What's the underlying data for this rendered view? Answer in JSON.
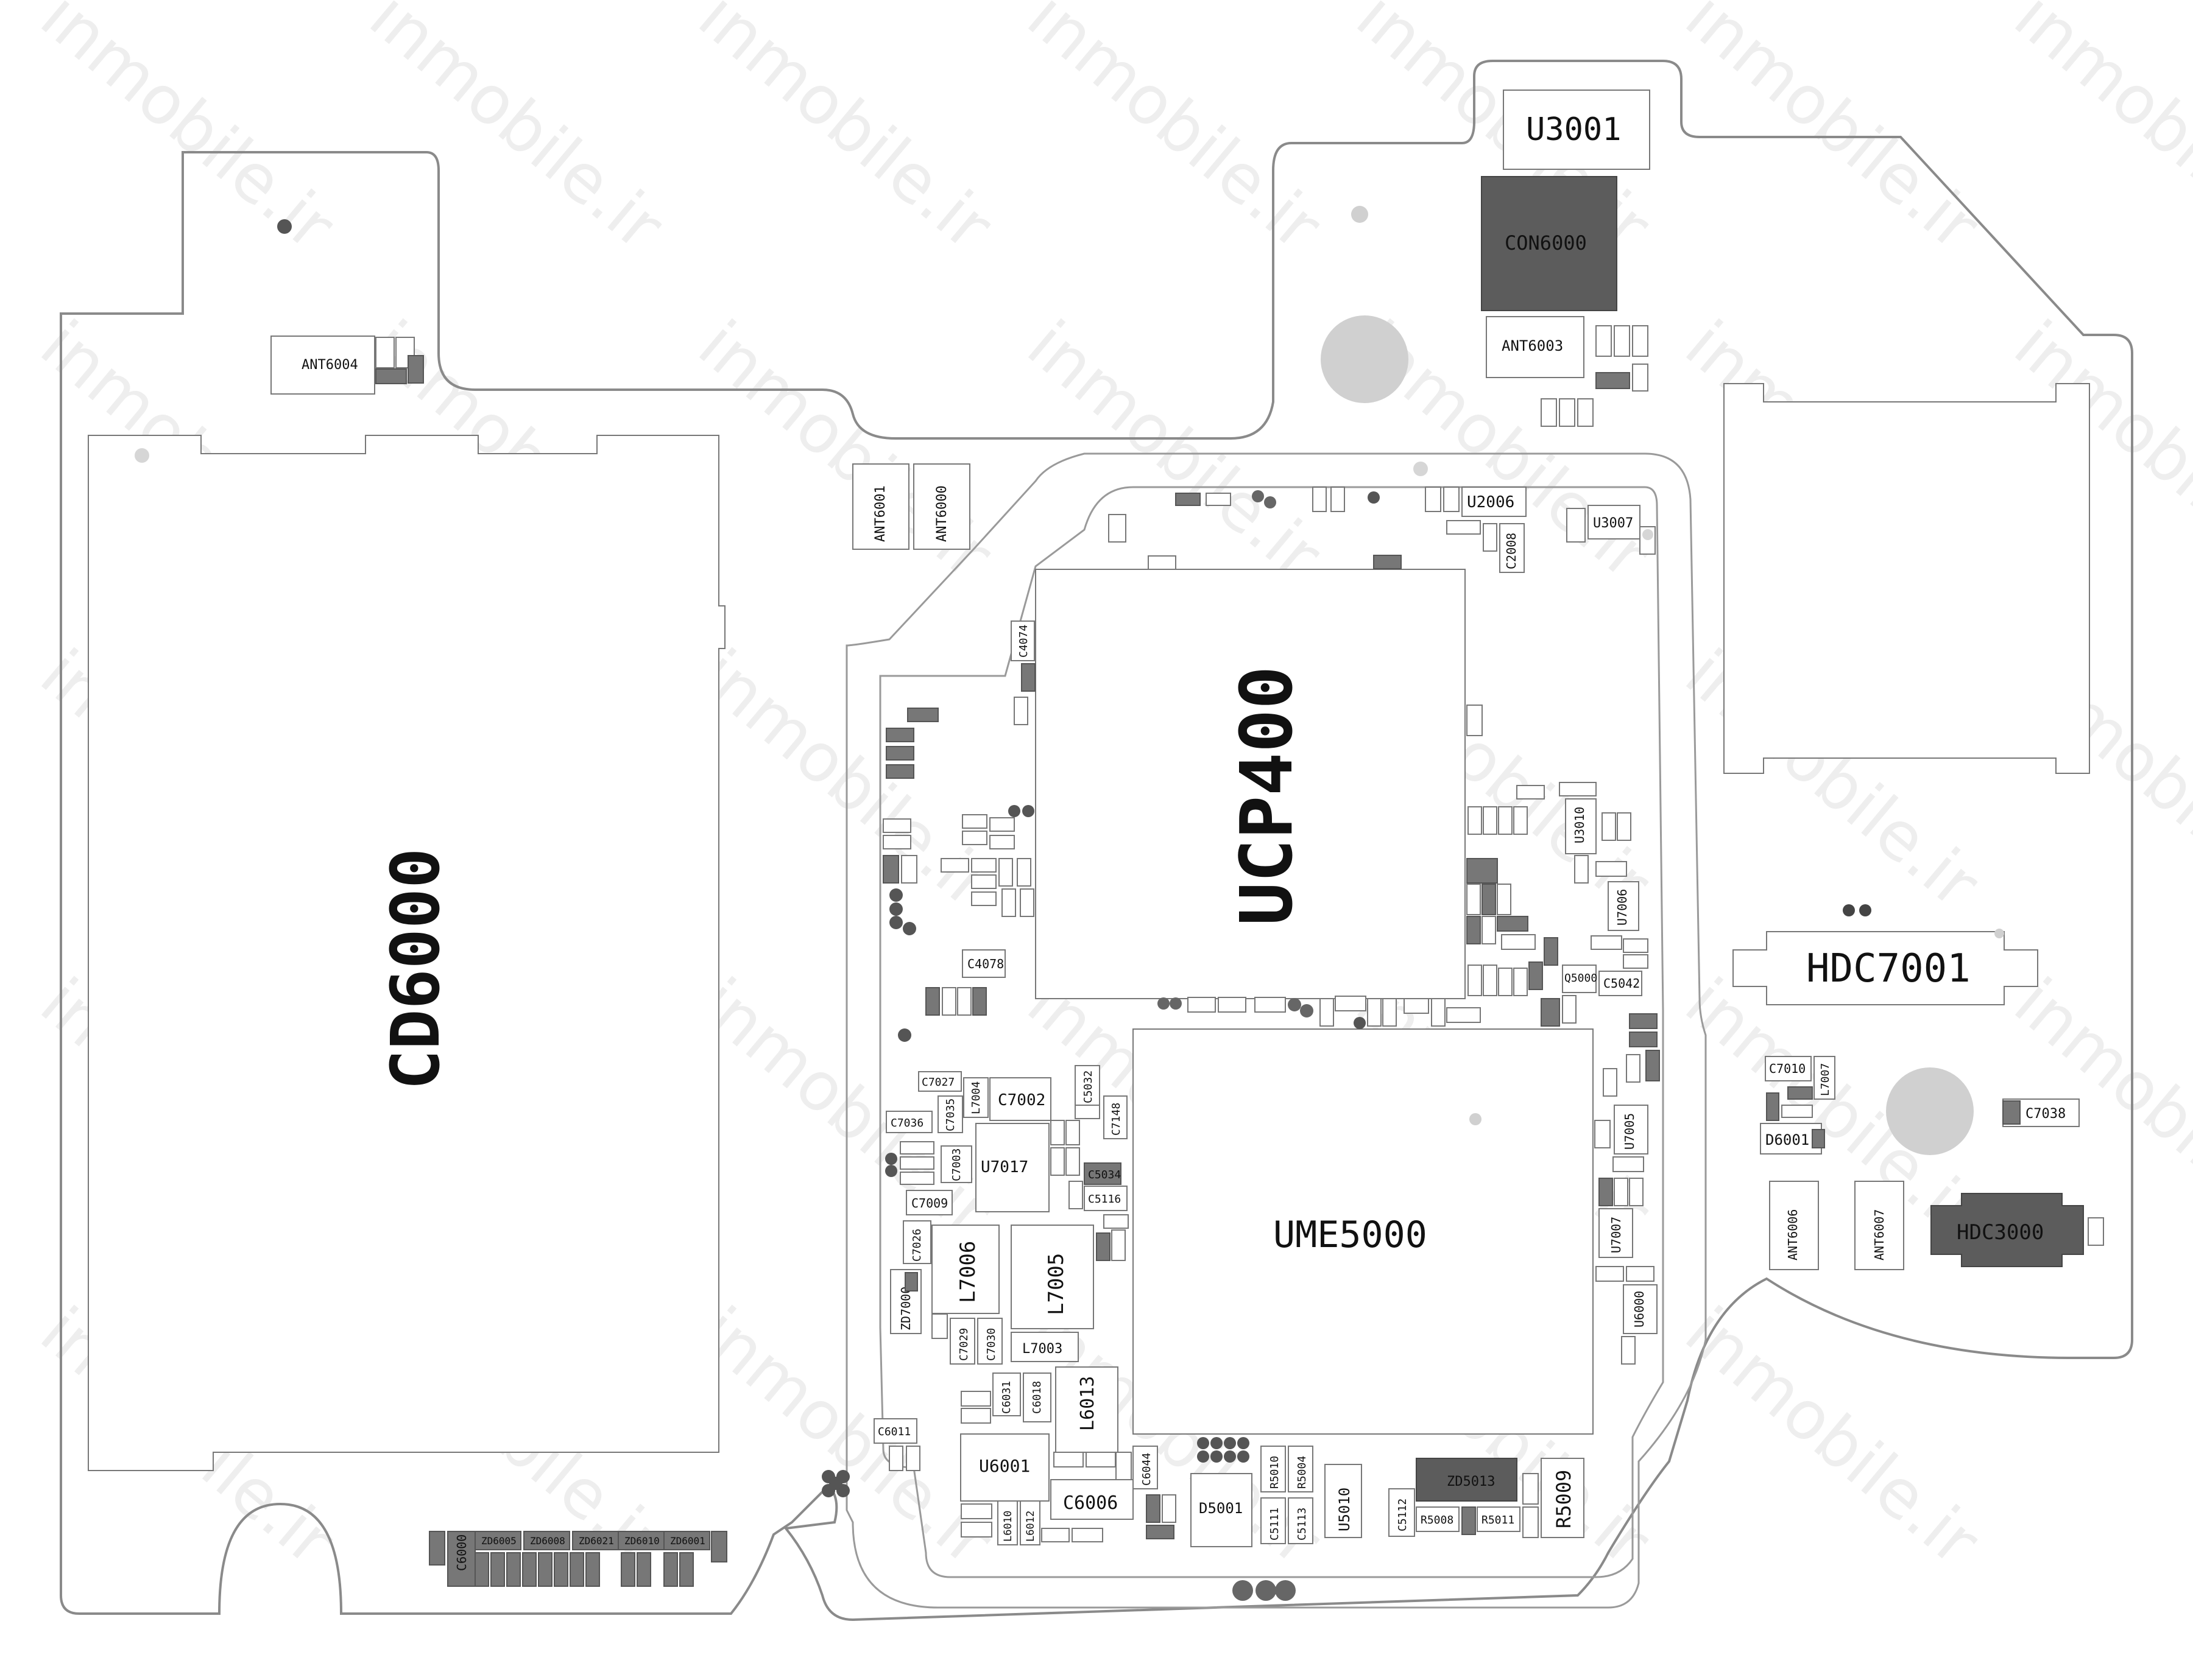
{
  "watermark": "inmobile.ir",
  "colors": {
    "background": "#ffffff",
    "outline": "#8a8a8a",
    "dark_fill": "#5c5c5c",
    "medium_fill": "#777777",
    "hole": "#d0d0d0"
  },
  "major": {
    "cd6000": "CD6000",
    "ucp400": "UCP400",
    "ume5000": "UME5000",
    "u3001": "U3001",
    "con6000": "CON6000",
    "hdc7001": "HDC7001",
    "hdc3000": "HDC3000"
  },
  "labels": {
    "ant6004": "ANT6004",
    "ant6003": "ANT6003",
    "ant6001": "ANT6001",
    "ant6000": "ANT6000",
    "ant6006": "ANT6006",
    "ant6007": "ANT6007",
    "u2006": "U2006",
    "c2008": "C2008",
    "u3007": "U3007",
    "u3010": "U3010",
    "u7006": "U7006",
    "q5000": "Q5000",
    "c5042": "C5042",
    "c4074": "C4074",
    "c4078": "C4078",
    "c7010": "C7010",
    "l7007": "L7007",
    "d6001": "D6001",
    "c7038": "C7038",
    "c7027": "C7027",
    "l7004": "L7004",
    "c7002": "C7002",
    "c5032": "C5032",
    "c7148": "C7148",
    "c7035": "C7035",
    "c7036": "C7036",
    "u7017": "U7017",
    "c7003": "C7003",
    "c5034": "C5034",
    "c7009": "C7009",
    "c5116": "C5116",
    "c7026": "C7026",
    "l7006": "L7006",
    "l7005": "L7005",
    "zd7000": "ZD7000",
    "c7029": "C7029",
    "c7030": "C7030",
    "l7003": "L7003",
    "u7005": "U7005",
    "u7007": "U7007",
    "u6000": "U6000",
    "c6031": "C6031",
    "c6018": "C6018",
    "l6013": "L6013",
    "c6011": "C6011",
    "u6001": "U6001",
    "c6006": "C6006",
    "c6044": "C6044",
    "d5001": "D5001",
    "r5010": "R5010",
    "r5004": "R5004",
    "u5010": "U5010",
    "c5111": "C5111",
    "c5113": "C5113",
    "c5112": "C5112",
    "zd5013": "ZD5013",
    "r5008": "R5008",
    "r5011": "R5011",
    "r5009": "R5009",
    "l6010": "L6010",
    "l6012": "L6012",
    "c6000": "C6000",
    "zd6005": "ZD6005",
    "zd6008": "ZD6008",
    "zd6021": "ZD6021",
    "zd6010": "ZD6010",
    "zd6001": "ZD6001"
  }
}
